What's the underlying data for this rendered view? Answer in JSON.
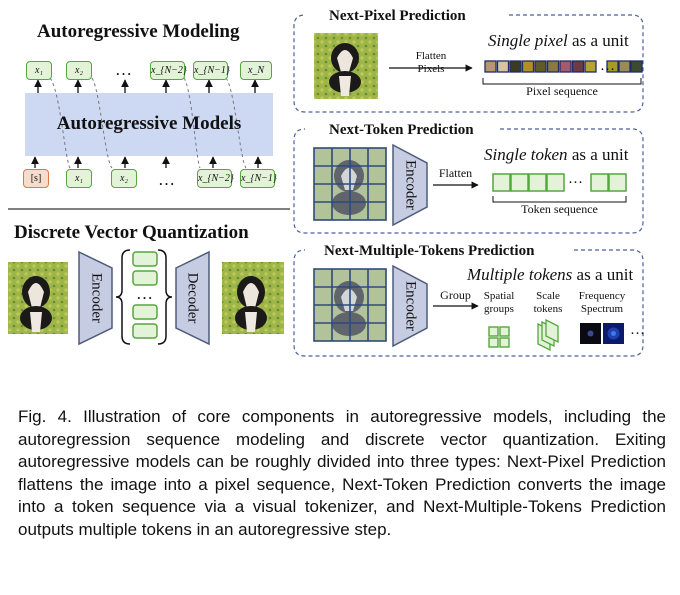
{
  "left": {
    "ar_title": "Autoregressive Modeling",
    "model_label": "Autoregressive Models",
    "outputs": [
      "x₁",
      "x₂",
      "x_{N−2}",
      "x_{N−1}",
      "x_N"
    ],
    "inputs": [
      "[s]",
      "x₁",
      "x₂",
      "x_{N−2}",
      "x_{N−1}"
    ],
    "ellipsis": "…",
    "vq_title": "Discrete Vector Quantization",
    "encoder": "Encoder",
    "decoder": "Decoder"
  },
  "panels": {
    "pixel": {
      "title": "Next-Pixel Prediction",
      "arrow_label": "Flatten\nPixels",
      "unit_em": "Single pixel",
      "unit_rest": " as a unit",
      "seq_label": "Pixel sequence",
      "colors": [
        "#b9966e",
        "#d8c4a5",
        "#3d3a22",
        "#b28f1f",
        "#5f5a26",
        "#8c7a3c",
        "#a25a6c",
        "#6e3a43",
        "#b8a332",
        "#a49b2a",
        "#9b8b57",
        "#3e4a2e"
      ]
    },
    "token": {
      "title": "Next-Token Prediction",
      "arrow_label": "Flatten",
      "encoder": "Encoder",
      "unit_em": "Single token",
      "unit_rest": " as a unit",
      "seq_label": "Token sequence"
    },
    "multi": {
      "title": "Next-Multiple-Tokens Prediction",
      "arrow_label": "Group",
      "encoder": "Encoder",
      "unit_em": "Multiple tokens",
      "unit_rest": " as a unit",
      "spatial": "Spatial\ngroups",
      "scale": "Scale\ntokens",
      "frequency": "Frequency\nSpectrum",
      "ellipsis": "…"
    }
  },
  "caption": "Fig. 4. Illustration of core components in autoregressive models, including the autoregression sequence modeling and discrete vector quantization. Exiting autoregressive models can be roughly divided into three types: Next-Pixel Prediction flattens the image into a pixel sequence, Next-Token Prediction converts the image into a token sequence via a visual tokenizer, and Next-Multiple-Tokens Prediction outputs multiple tokens in an autoregressive step.",
  "colors": {
    "token_green_fill": "#e3f3d8",
    "token_green_stroke": "#55a63f",
    "start_orange_fill": "#f6dccb",
    "start_orange_stroke": "#e27844",
    "model_band": "#cdd8f3",
    "encoder_fill": "#c6cde2",
    "encoder_stroke": "#4e5b7a",
    "grid_line": "#2f4a7c"
  }
}
